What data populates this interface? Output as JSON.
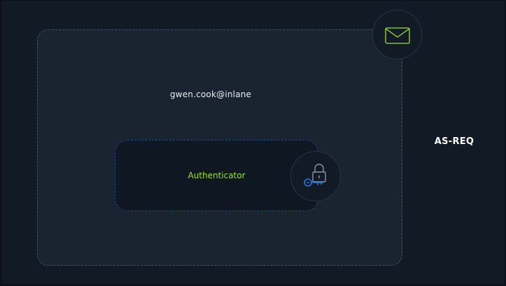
{
  "diagram": {
    "principal_label": "gwen.cook@inlane",
    "authenticator_label": "Authenticator",
    "request_label": "AS-REQ"
  },
  "icons": {
    "message_icon": "envelope-icon",
    "credential_icon": "lock-and-key-icon"
  },
  "colors": {
    "background": "#121a25",
    "request_box": "#1a2330",
    "authenticator_box": "#0f1722",
    "authenticator_text": "#9be42a",
    "envelope": "#9be42a",
    "key": "#1e78e6"
  }
}
